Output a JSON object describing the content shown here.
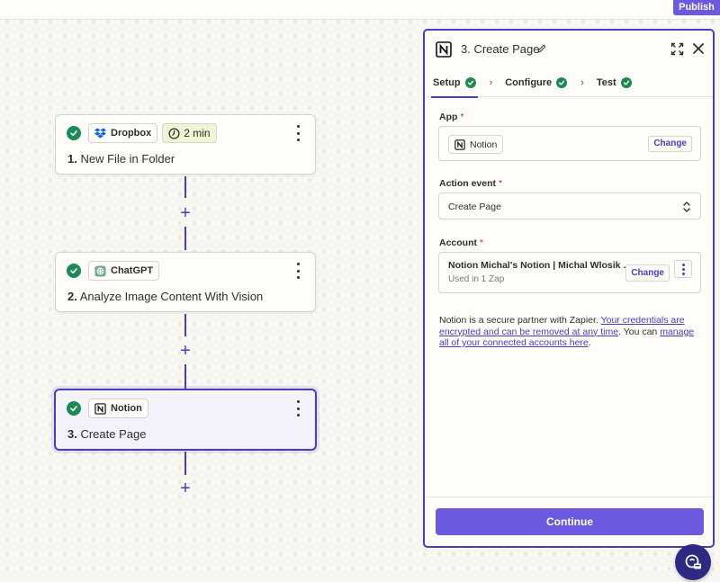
{
  "topbar": {
    "publish_label": "Publish"
  },
  "steps": [
    {
      "number": "1.",
      "title": "New File in Folder",
      "app": "Dropbox",
      "badge": "2 min",
      "app_icon": "dropbox-icon",
      "status": "complete"
    },
    {
      "number": "2.",
      "title": "Analyze Image Content With Vision",
      "app": "ChatGPT",
      "app_icon": "chatgpt-icon",
      "status": "complete"
    },
    {
      "number": "3.",
      "title": "Create Page",
      "app": "Notion",
      "app_icon": "notion-icon",
      "status": "complete",
      "selected": true
    }
  ],
  "panel": {
    "title": "3. Create Page",
    "tabs": [
      {
        "label": "Setup",
        "status": "complete",
        "active": true
      },
      {
        "label": "Configure",
        "status": "complete"
      },
      {
        "label": "Test",
        "status": "complete"
      }
    ],
    "tab_separator": "›",
    "app_field": {
      "label": "App",
      "required_mark": "*",
      "value": "Notion",
      "change_label": "Change"
    },
    "action_event_field": {
      "label": "Action event",
      "required_mark": "*",
      "value": "Create Page"
    },
    "account_field": {
      "label": "Account",
      "required_mark": "*",
      "value": "Notion Michal's Notion | Michal Wlosik ...",
      "sub": "Used in 1 Zap",
      "change_label": "Change"
    },
    "partner_text": {
      "prefix": "Notion is a secure partner with Zapier. ",
      "link1": "Your credentials are encrypted and can be removed at any time",
      "middle": ". You can ",
      "link2": "manage all of your connected accounts here",
      "suffix": "."
    },
    "continue_label": "Continue"
  },
  "colors": {
    "accent": "#4a3cbf",
    "button": "#6b5ae0",
    "success": "#1c8a55",
    "required": "#d9261c",
    "time_badge_bg": "#f0f4d2"
  }
}
